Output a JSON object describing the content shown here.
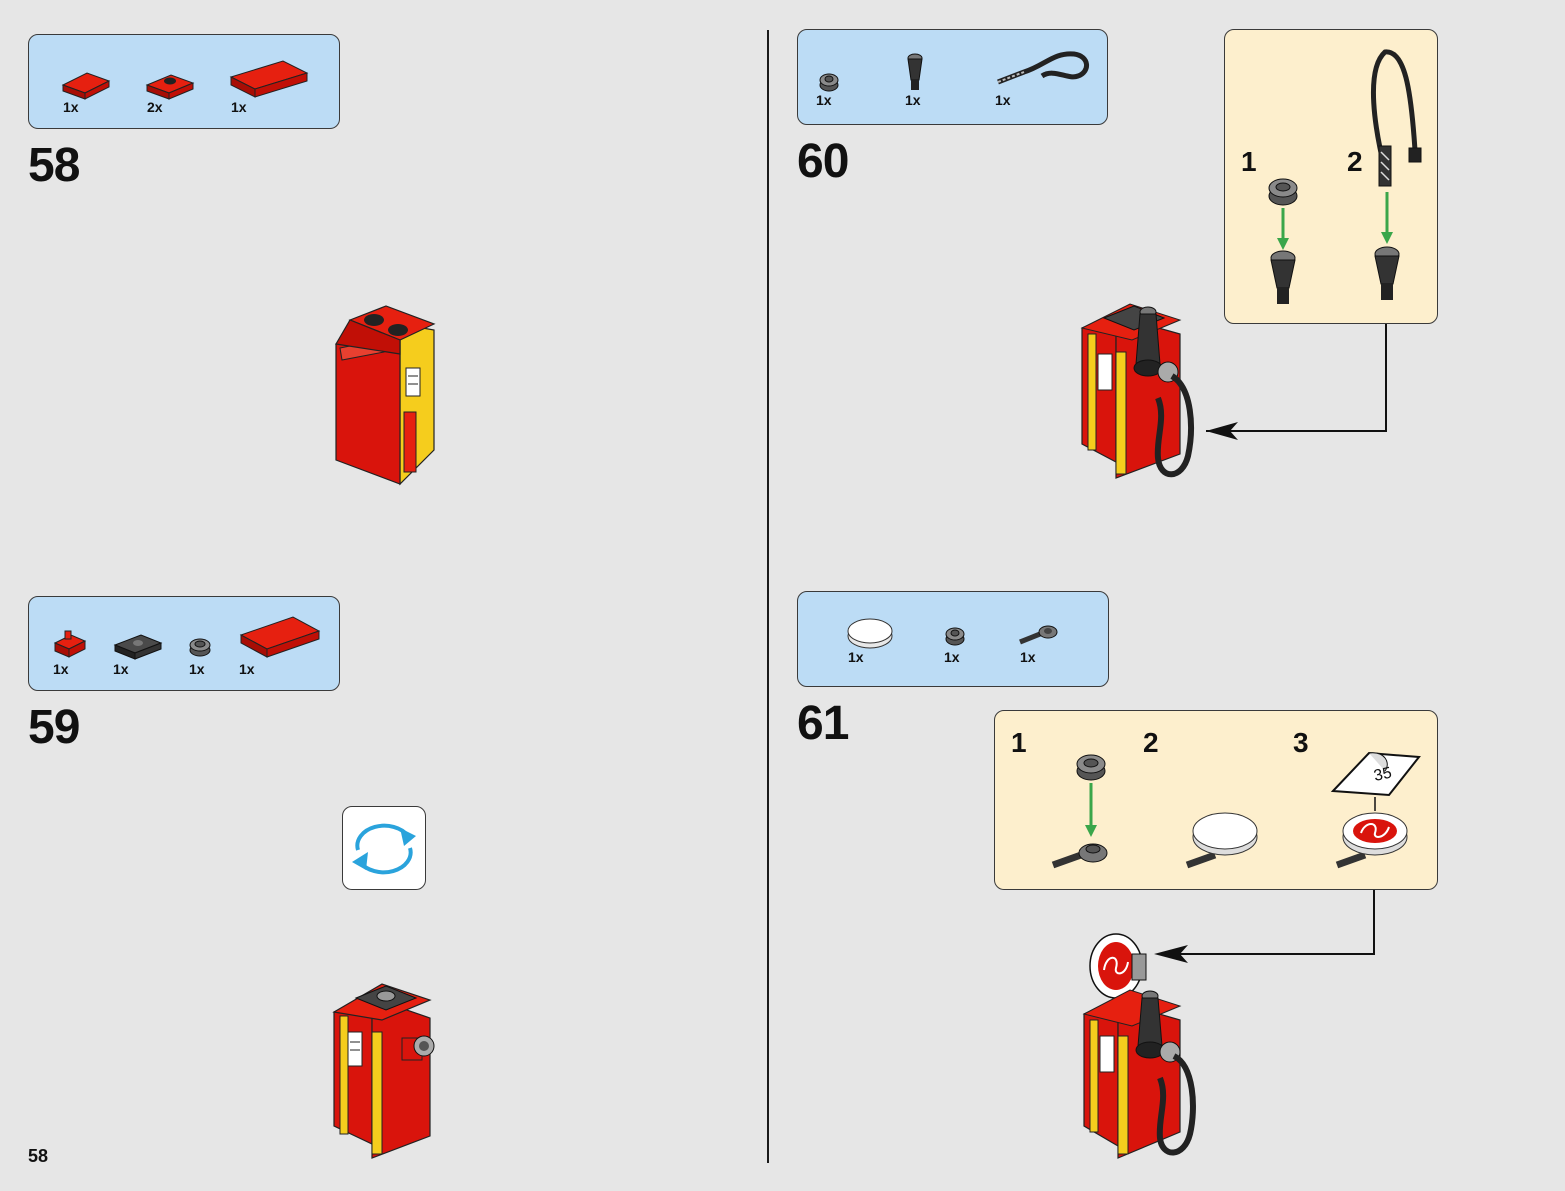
{
  "page": {
    "number": "58"
  },
  "steps": [
    {
      "number": "58",
      "parts": [
        {
          "qty": "1x",
          "icon": "red-tile-1x2"
        },
        {
          "qty": "2x",
          "icon": "red-jumper-plate"
        },
        {
          "qty": "1x",
          "icon": "red-tile-2x4"
        }
      ]
    },
    {
      "number": "59",
      "parts": [
        {
          "qty": "1x",
          "icon": "red-clip-plate"
        },
        {
          "qty": "1x",
          "icon": "black-jumper-plate-1x2"
        },
        {
          "qty": "1x",
          "icon": "dark-grey-round-plate"
        },
        {
          "qty": "1x",
          "icon": "red-tile-2x4"
        }
      ],
      "rotate_icon": "rotate-model-icon"
    },
    {
      "number": "60",
      "parts": [
        {
          "qty": "1x",
          "icon": "dark-grey-round-plate"
        },
        {
          "qty": "1x",
          "icon": "black-nozzle-cone"
        },
        {
          "qty": "1x",
          "icon": "black-flexible-hose"
        }
      ],
      "substeps": [
        {
          "number": "1"
        },
        {
          "number": "2"
        }
      ]
    },
    {
      "number": "61",
      "parts": [
        {
          "qty": "1x",
          "icon": "white-round-tile-2x2"
        },
        {
          "qty": "1x",
          "icon": "dark-grey-round-plate"
        },
        {
          "qty": "1x",
          "icon": "dark-grey-bar-holder"
        }
      ],
      "substeps": [
        {
          "number": "1"
        },
        {
          "number": "2"
        },
        {
          "number": "3",
          "sticker_text": "35"
        }
      ]
    }
  ],
  "colors": {
    "background": "#e6e6e6",
    "parts_box": "#bcdcf5",
    "submodel_box": "#fdefcd",
    "brick_red": "#d9140c",
    "brick_yellow": "#f5cd1d",
    "guide_arrow": "#3aa64a",
    "rotate_arrow": "#2aa3dc"
  }
}
